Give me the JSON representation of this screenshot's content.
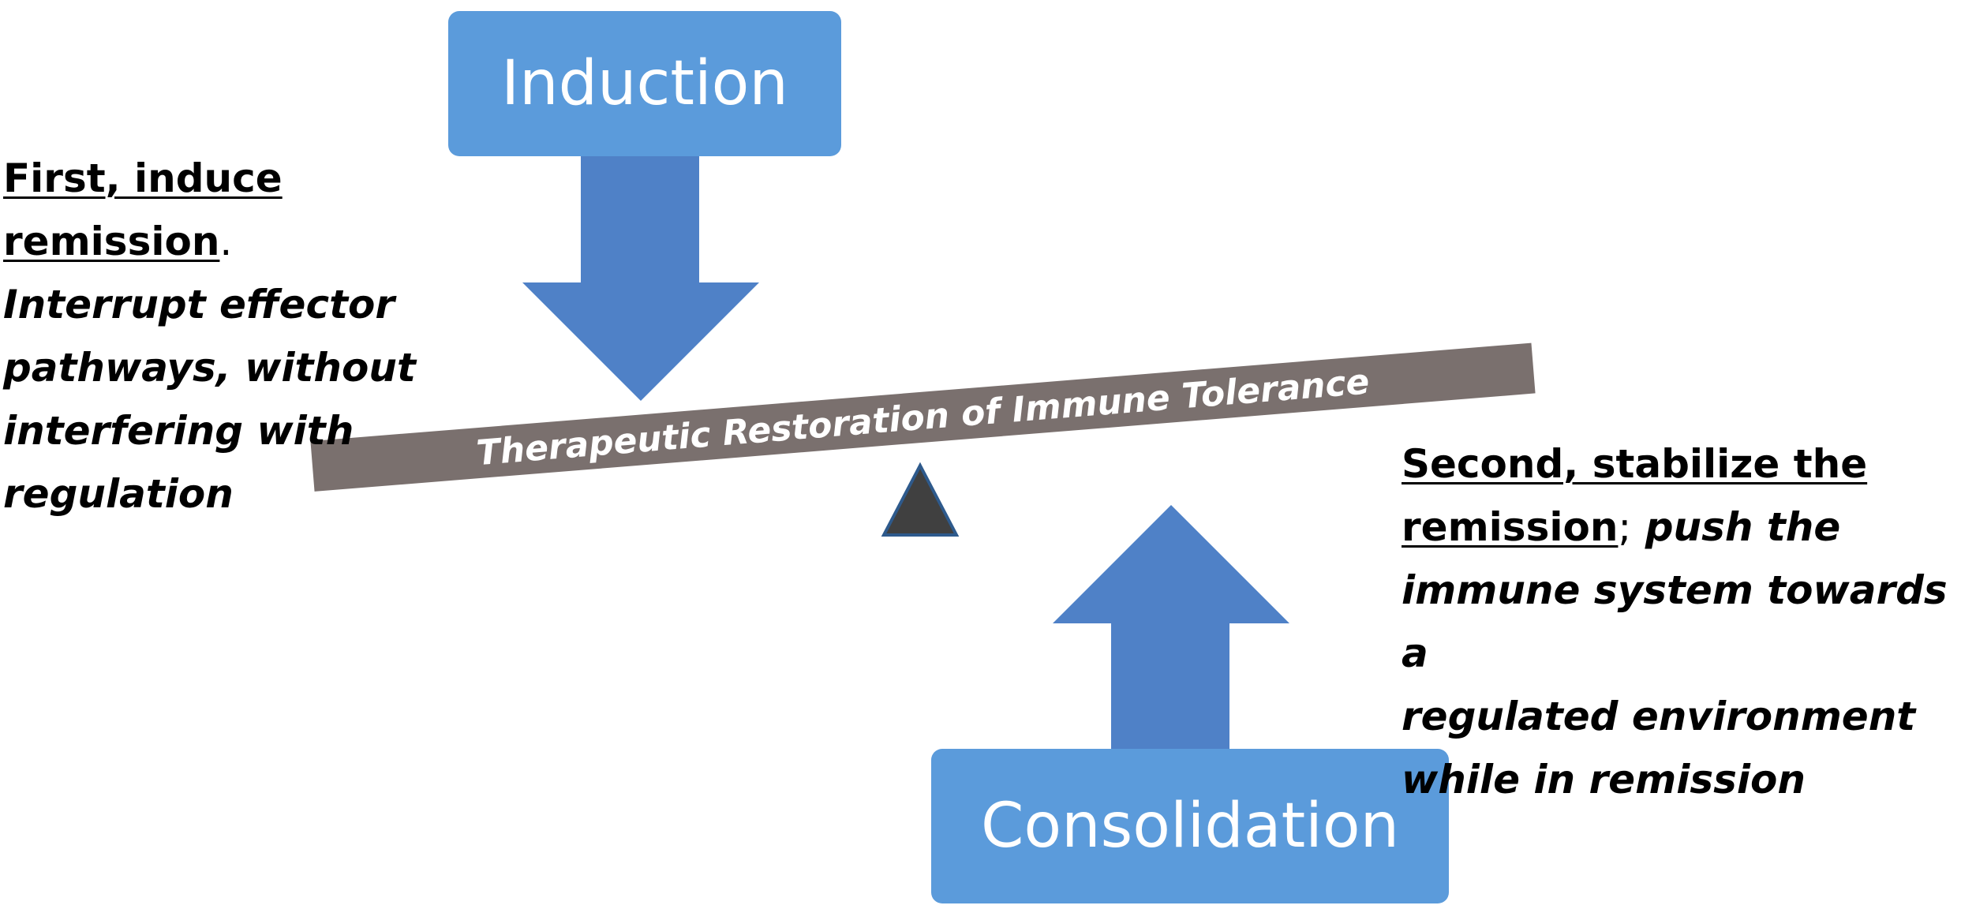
{
  "induction": {
    "label": "Induction"
  },
  "consolidation": {
    "label": "Consolidation"
  },
  "beam": {
    "label": "Therapeutic Restoration of Immune Tolerance"
  },
  "left_text": {
    "heading": "First, induce remission",
    "period": ".",
    "lines": [
      "Interrupt effector",
      "pathways, without",
      "interfering with",
      "regulation"
    ]
  },
  "right_text": {
    "heading_line1": "Second, stabilize the",
    "heading_line2": "remission",
    "separator": ";",
    "line2_rest": " push the",
    "lines": [
      "immune system towards a",
      "regulated environment",
      "while in remission"
    ]
  },
  "colors": {
    "box_blue": "#5b9bdb",
    "arrow_blue": "#4f81c7",
    "beam_gray": "#7a706e",
    "fulcrum": "#404040",
    "fulcrum_outline": "#2e5a8c"
  }
}
